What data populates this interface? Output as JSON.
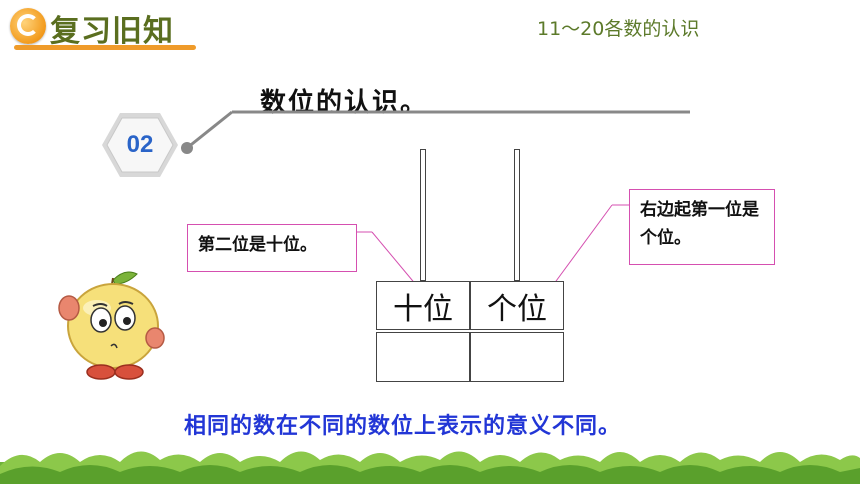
{
  "header": {
    "title": "复习旧知",
    "subject": "11～20各数的认识"
  },
  "topic": {
    "badge_number": "02",
    "title": "数位的认识。"
  },
  "place_value": {
    "tens_label": "十位",
    "ones_label": "个位"
  },
  "callouts": {
    "left": "第二位是十位。",
    "right": "右边起第一位是个位。"
  },
  "statement": "相同的数在不同的数位上表示的意义不同。",
  "colors": {
    "header_text": "#5a6e1f",
    "header_underline": "#ef9b2a",
    "subject_text": "#5c7a2a",
    "callout_border": "#d54fb0",
    "statement_text": "#2236d6",
    "badge_text": "#2a64c8"
  },
  "icons": {
    "logo": "orange-circle-logo-icon",
    "mascot": "apple-character-icon",
    "badge": "hexagon-badge-icon"
  }
}
